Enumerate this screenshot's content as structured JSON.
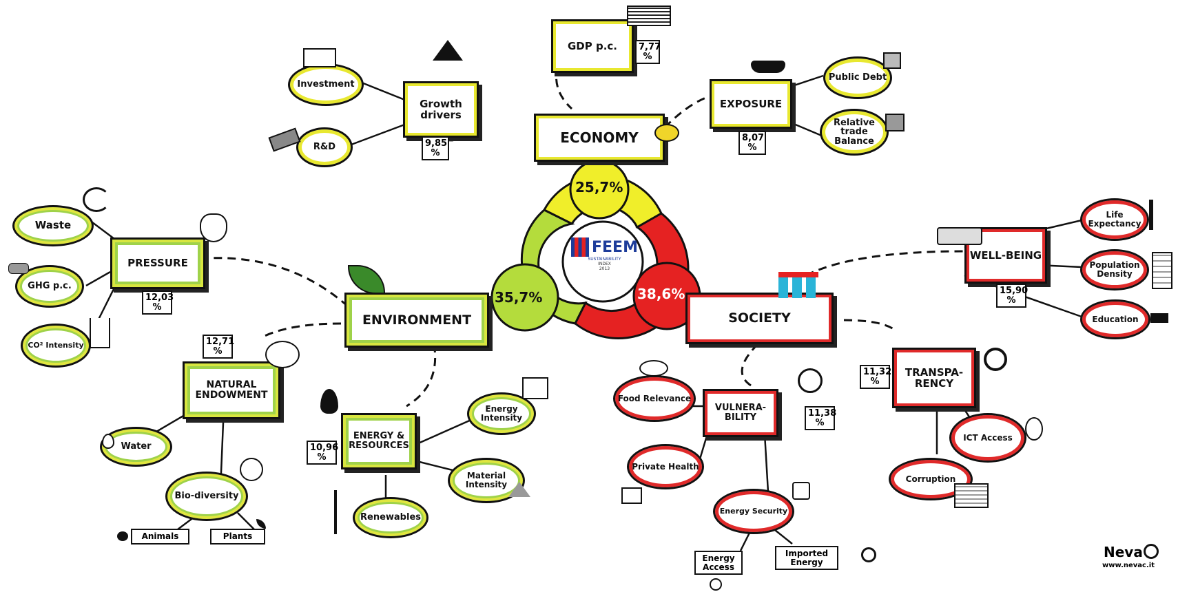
{
  "center": {
    "logo_text": "FEEM",
    "logo_sub1": "SUSTAINABILITY",
    "logo_sub2": "INDEX",
    "logo_year": "2013"
  },
  "pillars": {
    "economy": {
      "label": "ECONOMY",
      "weight": "25,7%",
      "color": "#f0ee2a"
    },
    "environment": {
      "label": "ENVIRONMENT",
      "weight": "35,7%",
      "color": "#b4dc3c"
    },
    "society": {
      "label": "SOCIETY",
      "weight": "38,6%",
      "color": "#e52222"
    }
  },
  "economy": {
    "growth": {
      "label": "Growth drivers",
      "pct": "9,85\n%",
      "items": [
        "Investment",
        "R&D"
      ]
    },
    "gdp": {
      "label": "GDP p.c.",
      "pct": "7,77\n%"
    },
    "exposure": {
      "label": "EXPOSURE",
      "pct": "8,07\n%",
      "items": [
        "Public Debt",
        "Relative trade Balance"
      ]
    }
  },
  "environment": {
    "pressure": {
      "label": "PRESSURE",
      "pct": "12,03\n%",
      "items": [
        "Waste",
        "GHG p.c.",
        "CO² Intensity"
      ]
    },
    "natural": {
      "label": "NATURAL ENDOWMENT",
      "pct": "12,71\n%",
      "items": [
        "Water",
        "Bio-diversity"
      ],
      "leaves": [
        "Animals",
        "Plants"
      ]
    },
    "energy": {
      "label": "ENERGY & RESOURCES",
      "pct": "10,96\n%",
      "items": [
        "Energy Intensity",
        "Material Intensity",
        "Renewables"
      ]
    }
  },
  "society": {
    "wellbeing": {
      "label": "WELL-BEING",
      "pct": "15,90\n%",
      "items": [
        "Life Expectancy",
        "Population Density",
        "Education"
      ]
    },
    "vulnerability": {
      "label": "VULNERA-BILITY",
      "pct": "11,38\n%",
      "items": [
        "Food Relevance",
        "Private Health",
        "Energy Security"
      ],
      "leaves": [
        "Energy Access",
        "Imported Energy"
      ]
    },
    "transparency": {
      "label": "TRANSPA-RENCY",
      "pct": "11,32\n%",
      "items": [
        "ICT Access",
        "Corruption"
      ]
    }
  },
  "brand": {
    "name": "Neva",
    "url": "www.nevac.it"
  }
}
